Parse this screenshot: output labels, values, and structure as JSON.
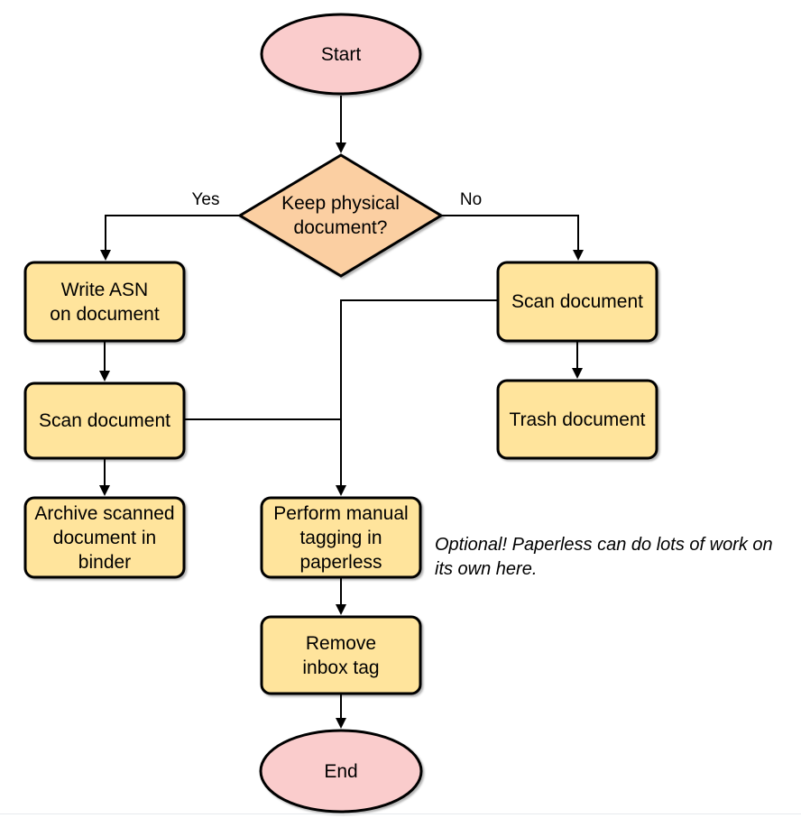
{
  "nodes": {
    "start": {
      "label": "Start"
    },
    "decision": {
      "label": [
        "Keep physical",
        "document?"
      ]
    },
    "write_asn": {
      "label": [
        "Write ASN",
        "on document"
      ]
    },
    "scan_left": {
      "label": "Scan document"
    },
    "archive": {
      "label": [
        "Archive scanned",
        "document in",
        "binder"
      ]
    },
    "scan_right": {
      "label": "Scan document"
    },
    "trash": {
      "label": "Trash document"
    },
    "tagging": {
      "label": [
        "Perform manual",
        "tagging in",
        "paperless"
      ]
    },
    "remove_inbox": {
      "label": [
        "Remove",
        "inbox tag"
      ]
    },
    "end": {
      "label": "End"
    }
  },
  "edge_labels": {
    "yes": "Yes",
    "no": "No"
  },
  "note": {
    "lines": [
      "Optional! Paperless can do lots of work on",
      "its own here."
    ]
  },
  "colors": {
    "terminator_fill": "#FACCCC",
    "decision_fill": "#FBCFA2",
    "process_fill": "#FFE49C",
    "stroke": "#000000",
    "divider": "#E7EAED"
  }
}
